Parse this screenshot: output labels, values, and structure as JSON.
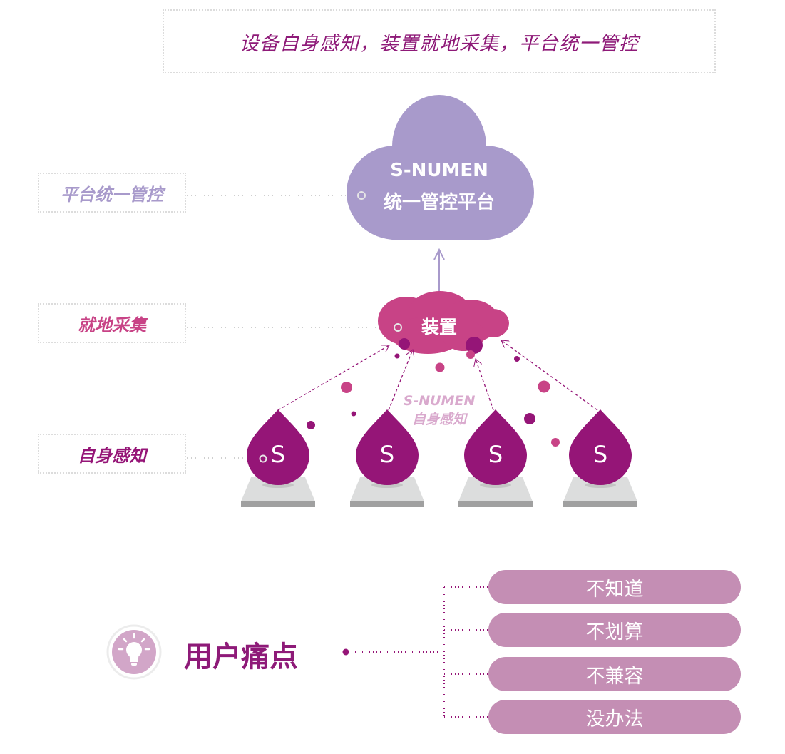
{
  "tagline": "设备自身感知，装置就地采集，平台统一管控",
  "colors": {
    "platform": "#a89acb",
    "device": "#c84386",
    "sensor": "#951577",
    "sensor_label": "#d9a9cd",
    "pain_pill": "#c48eb4",
    "pain_title": "#8e1a78",
    "base_top": "#dcdddd",
    "base_front": "#a0a0a0"
  },
  "layers": [
    {
      "label": "平台统一管控",
      "color": "#a89acb"
    },
    {
      "label": "就地采集",
      "color": "#c84386"
    },
    {
      "label": "自身感知",
      "color": "#951577"
    }
  ],
  "platform_cloud": {
    "title": "S-NUMEN",
    "subtitle": "统一管控平台"
  },
  "device_cloud": {
    "label": "装置"
  },
  "sensor_caption": {
    "line1": "S-NUMEN",
    "line2": "自身感知"
  },
  "sensors": [
    {
      "label": "S"
    },
    {
      "label": "S"
    },
    {
      "label": "S"
    },
    {
      "label": "S"
    }
  ],
  "pain_points": {
    "icon": "lightbulb-icon",
    "title": "用户痛点",
    "items": [
      "不知道",
      "不划算",
      "不兼容",
      "没办法"
    ]
  }
}
